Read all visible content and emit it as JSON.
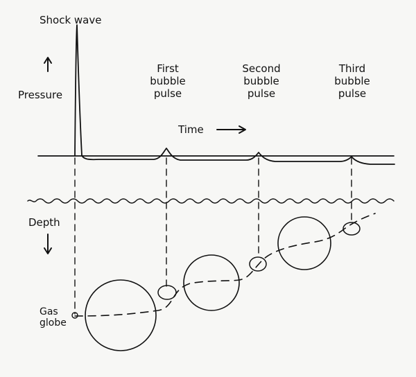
{
  "diagram": {
    "labels": {
      "shock_wave": "Shock wave",
      "pressure": "Pressure",
      "first_bubble_pulse": "First\nbubble\npulse",
      "second_bubble_pulse": "Second\nbubble\npulse",
      "third_bubble_pulse": "Third\nbubble\npulse",
      "time": "Time",
      "depth": "Depth",
      "gas_globe": "Gas\nglobe"
    }
  }
}
